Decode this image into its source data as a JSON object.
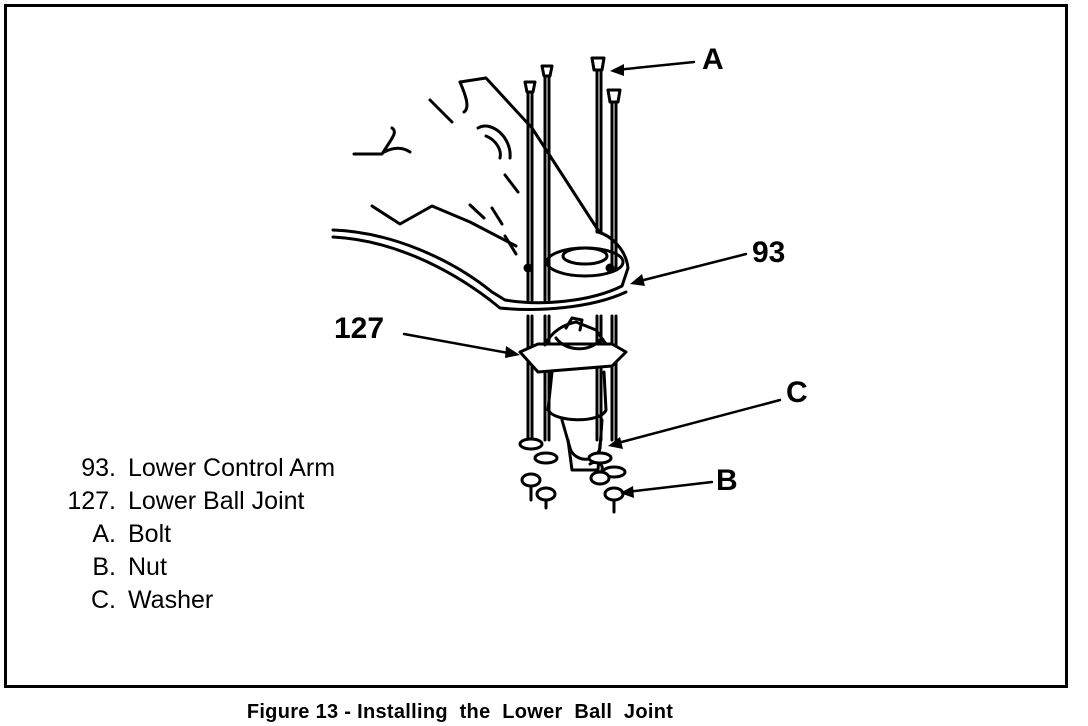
{
  "callouts": {
    "a": "A",
    "b": "B",
    "c": "C",
    "n93": "93",
    "n127": "127"
  },
  "legend": [
    {
      "key": "93.",
      "text": "Lower Control Arm"
    },
    {
      "key": "127.",
      "text": "Lower Ball Joint"
    },
    {
      "key": "A.",
      "text": "Bolt"
    },
    {
      "key": "B.",
      "text": "Nut"
    },
    {
      "key": "C.",
      "text": "Washer"
    }
  ],
  "caption": "Figure 13 - Installing  the  Lower  Ball  Joint"
}
